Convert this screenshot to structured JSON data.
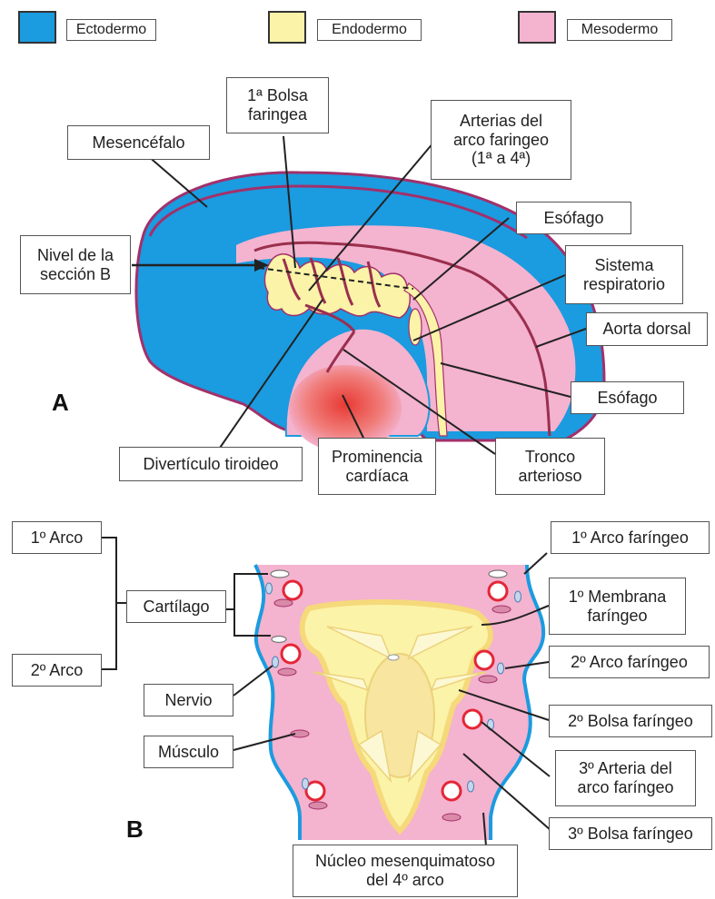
{
  "legend": {
    "ectodermo": {
      "label": "Ectodermo",
      "color": "#1b9be0"
    },
    "endodermo": {
      "label": "Endodermo",
      "color": "#fbf3a8"
    },
    "mesodermo": {
      "label": "Mesodermo",
      "color": "#f4b3cf"
    }
  },
  "panel_a": {
    "letter": "A",
    "labels": {
      "bolsa": "1ª Bolsa\nfaringea",
      "arterias": "Arterias del\narco faringeo\n(1ª a 4ª)",
      "mesencefalo": "Mesencéfalo",
      "esofago_top": "Esófago",
      "nivel": "Nivel de la\nsección B",
      "sistema": "Sistema\nrespiratorio",
      "aorta": "Aorta dorsal",
      "esofago_bottom": "Esófago",
      "diverticulo": "Divertículo tiroideo",
      "prominencia": "Prominencia\ncardíaca",
      "tronco": "Tronco\narterioso"
    }
  },
  "panel_b": {
    "letter": "B",
    "labels": {
      "arco1": "1º Arco",
      "arco2": "2º Arco",
      "cartilago": "Cartílago",
      "nervio": "Nervio",
      "musculo": "Músculo",
      "arco_faringeo_1": "1º Arco faríngeo",
      "membrana": "1º Membrana\nfaríngeo",
      "arco_faringeo_2": "2º Arco faríngeo",
      "bolsa_2": "2º Bolsa faríngeo",
      "arteria_3": "3º Arteria del\narco  faríngeo",
      "bolsa_3": "3º Bolsa faríngeo",
      "nucleo": "Núcleo mesenquimatoso\ndel 4º arco"
    }
  },
  "colors": {
    "ectoderm": "#1b9be0",
    "endoderm": "#fbf3a8",
    "mesoderm": "#f4b3cf",
    "vessel": "#9b2f4e",
    "heart": "#e8423a"
  }
}
